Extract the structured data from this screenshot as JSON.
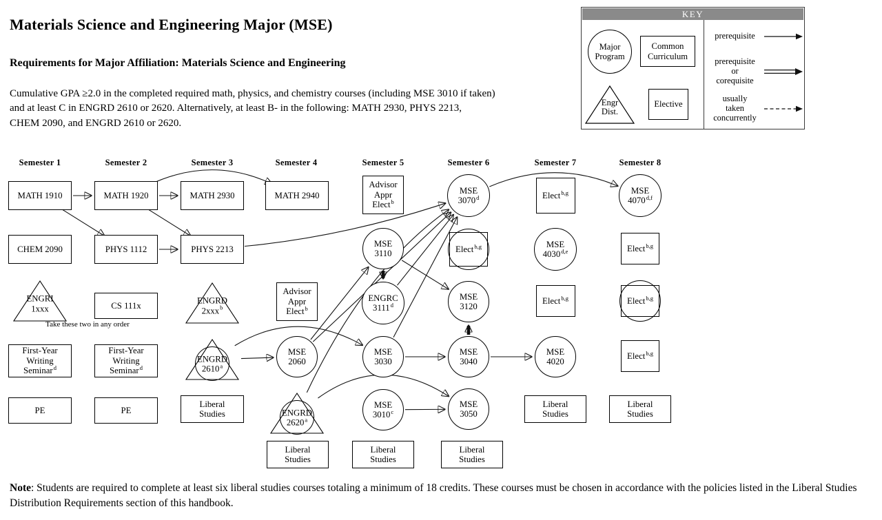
{
  "page": {
    "title": "Materials Science and Engineering Major (MSE)",
    "affiliation_heading": "Requirements for Major Affiliation:  Materials Science and Engineering",
    "requirements_lines": [
      "Cumulative GPA ≥2.0 in the completed required math, physics, and chemistry courses (including MSE 3010 if taken)",
      "and at least C in ENGRD 2610 or 2620. Alternatively, at least B- in the following: MATH 2930, PHYS 2213,",
      "CHEM 2090, and ENGRD 2610 or 2620."
    ],
    "note_label": "Note",
    "note_text": ": Students are required to complete at least six liberal studies courses totaling a minimum of 18 credits.  These courses must be chosen in accordance with the policies listed in the Liberal Studies Distribution Requirements section of this handbook."
  },
  "colors": {
    "key_header_bg": "#8a8a8a",
    "line": "#111111"
  },
  "key": {
    "title": "KEY",
    "shapes": [
      {
        "shape": "circle",
        "label": "Major Program",
        "lines": [
          "Major",
          "Program"
        ]
      },
      {
        "shape": "rect",
        "label": "Common Curriculum",
        "lines": [
          "Common",
          "Curriculum"
        ]
      },
      {
        "shape": "triangle",
        "label": "Engr Dist.",
        "lines": [
          "Engr",
          "Dist."
        ]
      },
      {
        "shape": "rect",
        "label": "Elective",
        "lines": [
          "Elective"
        ]
      }
    ],
    "arrows": [
      {
        "style": "single",
        "lines": [
          "prerequisite"
        ]
      },
      {
        "style": "double",
        "lines": [
          "prerequisite",
          "or",
          "corequisite"
        ]
      },
      {
        "style": "dashed",
        "lines": [
          "usually",
          "taken",
          "concurrently"
        ]
      }
    ]
  },
  "diagram": {
    "semesters": [
      "Semester 1",
      "Semester 2",
      "Semester 3",
      "Semester 4",
      "Semester 5",
      "Semester 6",
      "Semester 7",
      "Semester 8"
    ],
    "annotation": "Take these two in any order",
    "nodes": [
      {
        "id": "math1910",
        "semester": 1,
        "shape": "rect",
        "lines": [
          "MATH 1910"
        ],
        "sup": ""
      },
      {
        "id": "chem2090",
        "semester": 1,
        "shape": "rect",
        "lines": [
          "CHEM 2090"
        ],
        "sup": ""
      },
      {
        "id": "engri1xxx",
        "semester": 1,
        "shape": "triangle",
        "lines": [
          "ENGRI",
          "1xxx"
        ],
        "sup": ""
      },
      {
        "id": "fws1",
        "semester": 1,
        "shape": "rect",
        "lines": [
          "First-Year",
          "Writing",
          "Seminar"
        ],
        "sup": "d"
      },
      {
        "id": "pe1",
        "semester": 1,
        "shape": "rect",
        "lines": [
          "PE"
        ],
        "sup": ""
      },
      {
        "id": "math1920",
        "semester": 2,
        "shape": "rect",
        "lines": [
          "MATH 1920"
        ],
        "sup": ""
      },
      {
        "id": "phys1112",
        "semester": 2,
        "shape": "rect",
        "lines": [
          "PHYS 1112"
        ],
        "sup": ""
      },
      {
        "id": "cs111x",
        "semester": 2,
        "shape": "rect",
        "lines": [
          "CS 111x"
        ],
        "sup": ""
      },
      {
        "id": "fws2",
        "semester": 2,
        "shape": "rect",
        "lines": [
          "First-Year",
          "Writing",
          "Seminar"
        ],
        "sup": "d"
      },
      {
        "id": "pe2",
        "semester": 2,
        "shape": "rect",
        "lines": [
          "PE"
        ],
        "sup": ""
      },
      {
        "id": "math2930",
        "semester": 3,
        "shape": "rect",
        "lines": [
          "MATH 2930"
        ],
        "sup": ""
      },
      {
        "id": "phys2213",
        "semester": 3,
        "shape": "rect",
        "lines": [
          "PHYS 2213"
        ],
        "sup": ""
      },
      {
        "id": "engrd2xxx",
        "semester": 3,
        "shape": "triangle",
        "lines": [
          "ENGRD",
          "2xxx"
        ],
        "sup": "b"
      },
      {
        "id": "engrd2610",
        "semester": 3,
        "shape": "tri-circle",
        "lines": [
          "ENGRD",
          "2610"
        ],
        "sup": "a"
      },
      {
        "id": "libs3",
        "semester": 3,
        "shape": "rect",
        "lines": [
          "Liberal",
          "Studies"
        ],
        "sup": ""
      },
      {
        "id": "math2940",
        "semester": 4,
        "shape": "rect",
        "lines": [
          "MATH 2940"
        ],
        "sup": ""
      },
      {
        "id": "advappr4",
        "semester": 4,
        "shape": "rect",
        "lines": [
          "Advisor",
          "Appr",
          "Elect"
        ],
        "sup": "b"
      },
      {
        "id": "mse2060",
        "semester": 4,
        "shape": "circle",
        "lines": [
          "MSE",
          "2060"
        ],
        "sup": ""
      },
      {
        "id": "engrd2620",
        "semester": 4,
        "shape": "tri-circle",
        "lines": [
          "ENGRD",
          "2620"
        ],
        "sup": "a"
      },
      {
        "id": "libs4",
        "semester": 4,
        "shape": "rect",
        "lines": [
          "Liberal",
          "Studies"
        ],
        "sup": ""
      },
      {
        "id": "advappr5",
        "semester": 5,
        "shape": "rect",
        "lines": [
          "Advisor",
          "Appr",
          "Elect"
        ],
        "sup": "b"
      },
      {
        "id": "mse3110",
        "semester": 5,
        "shape": "circle",
        "lines": [
          "MSE",
          "3110"
        ],
        "sup": ""
      },
      {
        "id": "engrc3111",
        "semester": 5,
        "shape": "circle",
        "lines": [
          "ENGRC",
          "3111"
        ],
        "sup": "d"
      },
      {
        "id": "mse3030",
        "semester": 5,
        "shape": "circle",
        "lines": [
          "MSE",
          "3030"
        ],
        "sup": ""
      },
      {
        "id": "mse3010",
        "semester": 5,
        "shape": "circle",
        "lines": [
          "MSE",
          "3010"
        ],
        "sup": "c"
      },
      {
        "id": "libs5",
        "semester": 5,
        "shape": "rect",
        "lines": [
          "Liberal",
          "Studies"
        ],
        "sup": ""
      },
      {
        "id": "mse3070",
        "semester": 6,
        "shape": "circle",
        "lines": [
          "MSE",
          "3070"
        ],
        "sup": "d"
      },
      {
        "id": "elect6",
        "semester": 6,
        "shape": "rect-circle",
        "lines": [
          "Elect"
        ],
        "sup": "b,g"
      },
      {
        "id": "mse3120",
        "semester": 6,
        "shape": "circle",
        "lines": [
          "MSE",
          "3120"
        ],
        "sup": ""
      },
      {
        "id": "mse3040",
        "semester": 6,
        "shape": "circle",
        "lines": [
          "MSE",
          "3040"
        ],
        "sup": ""
      },
      {
        "id": "mse3050",
        "semester": 6,
        "shape": "circle",
        "lines": [
          "MSE",
          "3050"
        ],
        "sup": ""
      },
      {
        "id": "libs6",
        "semester": 6,
        "shape": "rect",
        "lines": [
          "Liberal",
          "Studies"
        ],
        "sup": ""
      },
      {
        "id": "elect7a",
        "semester": 7,
        "shape": "rect",
        "lines": [
          "Elect"
        ],
        "sup": "b,g"
      },
      {
        "id": "mse4030",
        "semester": 7,
        "shape": "circle",
        "lines": [
          "MSE",
          "4030"
        ],
        "sup": "d,e"
      },
      {
        "id": "elect7b",
        "semester": 7,
        "shape": "rect",
        "lines": [
          "Elect"
        ],
        "sup": "b,g"
      },
      {
        "id": "mse4020",
        "semester": 7,
        "shape": "circle",
        "lines": [
          "MSE",
          "4020"
        ],
        "sup": ""
      },
      {
        "id": "libs7",
        "semester": 7,
        "shape": "rect",
        "lines": [
          "Liberal",
          "Studies"
        ],
        "sup": ""
      },
      {
        "id": "mse4070",
        "semester": 8,
        "shape": "circle",
        "lines": [
          "MSE",
          "4070"
        ],
        "sup": "d,f"
      },
      {
        "id": "elect8a",
        "semester": 8,
        "shape": "rect",
        "lines": [
          "Elect"
        ],
        "sup": "b,g"
      },
      {
        "id": "elect8b",
        "semester": 8,
        "shape": "rect-circle",
        "lines": [
          "Elect"
        ],
        "sup": "b,g"
      },
      {
        "id": "elect8c",
        "semester": 8,
        "shape": "rect",
        "lines": [
          "Elect"
        ],
        "sup": "b,g"
      },
      {
        "id": "libs8",
        "semester": 8,
        "shape": "rect",
        "lines": [
          "Liberal",
          "Studies"
        ],
        "sup": ""
      }
    ],
    "edges": [
      {
        "from": "math1910",
        "to": "math1920",
        "type": "prerequisite"
      },
      {
        "from": "math1910",
        "to": "phys1112",
        "type": "prerequisite"
      },
      {
        "from": "math1920",
        "to": "math2930",
        "type": "prerequisite"
      },
      {
        "from": "math1920",
        "to": "phys2213",
        "type": "prerequisite"
      },
      {
        "from": "math1920",
        "to": "math2940",
        "type": "prerequisite"
      },
      {
        "from": "phys1112",
        "to": "phys2213",
        "type": "prerequisite"
      },
      {
        "from": "phys2213",
        "to": "mse3070",
        "type": "prerequisite"
      },
      {
        "from": "engrd2610",
        "to": "mse2060",
        "type": "prerequisite"
      },
      {
        "from": "engrd2610",
        "to": "mse3030",
        "type": "prerequisite"
      },
      {
        "from": "mse2060",
        "to": "mse3110",
        "type": "prerequisite"
      },
      {
        "from": "mse2060",
        "to": "mse3070",
        "type": "prerequisite"
      },
      {
        "from": "mse3110",
        "to": "engrc3111",
        "type": "prereq-or-coreq"
      },
      {
        "from": "mse3110",
        "to": "mse3120",
        "type": "prerequisite"
      },
      {
        "from": "mse3030",
        "to": "mse3040",
        "type": "prerequisite"
      },
      {
        "from": "mse3030",
        "to": "mse3070",
        "type": "prerequisite"
      },
      {
        "from": "mse3040",
        "to": "mse3120",
        "type": "prereq-or-coreq"
      },
      {
        "from": "mse3040",
        "to": "mse4020",
        "type": "prerequisite"
      },
      {
        "from": "mse3010",
        "to": "mse3050",
        "type": "prerequisite"
      },
      {
        "from": "engrd2620",
        "to": "mse3050",
        "type": "prerequisite"
      },
      {
        "from": "engrd2620",
        "to": "mse3070",
        "type": "prerequisite"
      },
      {
        "from": "engrc3111",
        "to": "mse3070",
        "type": "prerequisite"
      },
      {
        "from": "mse3070",
        "to": "mse4070",
        "type": "prerequisite"
      }
    ]
  }
}
